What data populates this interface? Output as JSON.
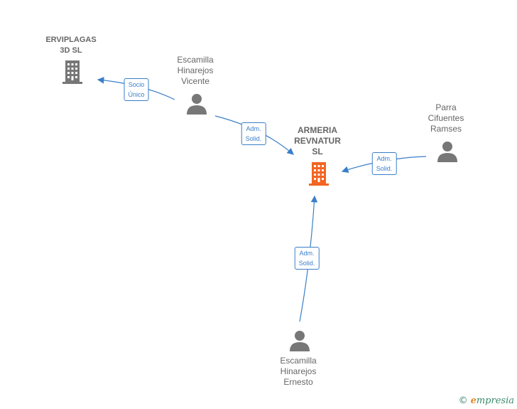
{
  "nodes": {
    "erviplagas": {
      "lines": [
        "ERVIPLAGAS",
        "3D  SL"
      ],
      "icon": "building-icon",
      "color": "#777777"
    },
    "armeria": {
      "lines": [
        "ARMERIA",
        "REVNATUR",
        "SL"
      ],
      "icon": "building-icon",
      "color": "#f26522"
    },
    "escamilla_vicente": {
      "lines": [
        "Escamilla",
        "Hinarejos",
        "Vicente"
      ],
      "icon": "person-icon",
      "color": "#777777"
    },
    "parra": {
      "lines": [
        "Parra",
        "Cifuentes",
        "Ramses"
      ],
      "icon": "person-icon",
      "color": "#777777"
    },
    "escamilla_ernesto": {
      "lines": [
        "Escamilla",
        "Hinarejos",
        "Ernesto"
      ],
      "icon": "person-icon",
      "color": "#777777"
    }
  },
  "edges": [
    {
      "id": "vicente-erviplagas",
      "lines": [
        "Socio",
        "Único"
      ]
    },
    {
      "id": "vicente-armeria",
      "lines": [
        "Adm.",
        "Solid."
      ]
    },
    {
      "id": "parra-armeria",
      "lines": [
        "Adm.",
        "Solid."
      ]
    },
    {
      "id": "ernesto-armeria",
      "lines": [
        "Adm.",
        "Solid."
      ]
    }
  ],
  "colors": {
    "edge": "#3a7ec8",
    "person": "#777777",
    "company": "#777777",
    "focus": "#f26522"
  },
  "footer": {
    "copyright": "©",
    "brand_e": "e",
    "brand_rest": "mpresia"
  }
}
